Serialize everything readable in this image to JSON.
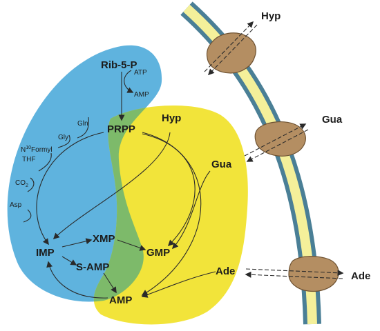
{
  "colors": {
    "blue_region": "#5fb3de",
    "yellow_region": "#f2e43a",
    "overlap_region": "#7dba6a",
    "membrane_outer": "#4a7f96",
    "membrane_inner": "#f4f09a",
    "transporter": "#b48e62"
  },
  "nodes": {
    "rib5p": "Rib-5-P",
    "atp": "ATP",
    "amp_small": "AMP",
    "prpp": "PRPP",
    "gln": "Gln",
    "gly": "Gly",
    "n10formyl": "N",
    "n10formyl_sup": "10",
    "n10formyl_rest": "Formyl",
    "thf": "THF",
    "co2": "CO",
    "co2_sub": "2",
    "asp": "Asp",
    "imp": "IMP",
    "xmp": "XMP",
    "gmp": "GMP",
    "samp": "S-AMP",
    "amp": "AMP",
    "hyp_in": "Hyp",
    "gua_in": "Gua",
    "ade_in": "Ade"
  },
  "external": {
    "hyp": "Hyp",
    "gua": "Gua",
    "ade": "Ade"
  },
  "icons": [
    "transporter-icon",
    "transporter-icon",
    "transporter-icon"
  ]
}
